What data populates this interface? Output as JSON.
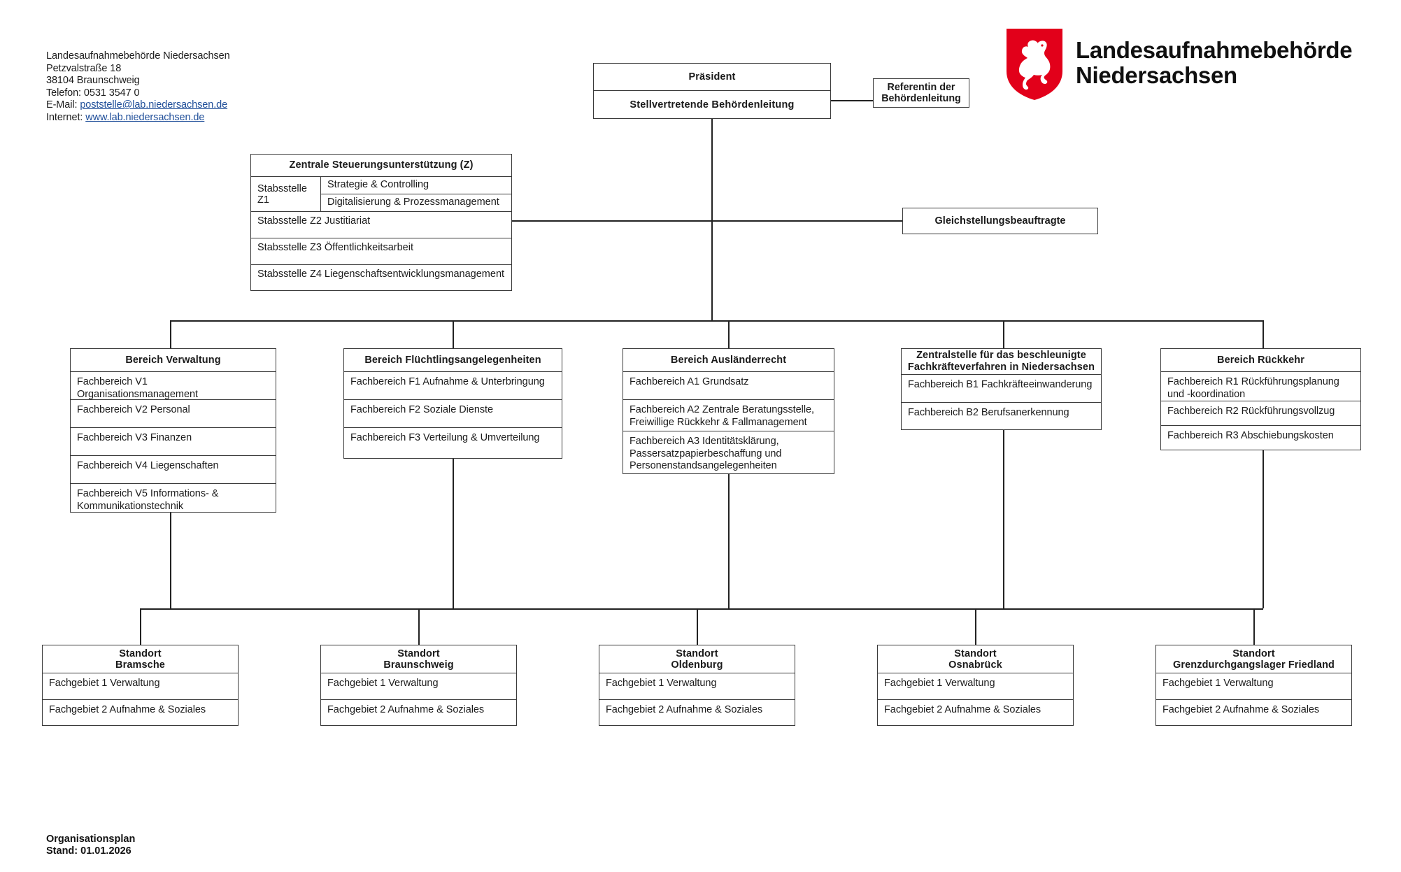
{
  "document": {
    "title": "Organisationsplan",
    "footer_title": "Organisationsplan",
    "footer_status": "Stand: 01.01.2026"
  },
  "contact": {
    "org": "Landesaufnahmebehörde Niedersachsen",
    "street": "Petzvalstraße 18",
    "city": "38104 Braunschweig",
    "phone": "Telefon: 0531 3547 0",
    "email_label": "E-Mail: ",
    "email": "poststelle@lab.niedersachsen.de",
    "internet_label": "Internet: ",
    "internet": "www.lab.niedersachsen.de"
  },
  "logo": {
    "line1": "Landesaufnahmebehörde",
    "line2": "Niedersachsen",
    "shield_color": "#E2001A",
    "horse_color": "#FFFFFF"
  },
  "leadership": {
    "president": "Präsident",
    "deputy": "Stellvertretende Behördenleitung",
    "referent_line1": "Referentin der",
    "referent_line2": "Behördenleitung",
    "equality_officer": "Gleichstellungsbeauftragte"
  },
  "central_unit": {
    "title": "Zentrale Steuerungsunterstützung  (Z)",
    "z1_label": "Stabsstelle Z1",
    "z1_items": [
      "Strategie & Controlling",
      "Digitalisierung & Prozessmanagement"
    ],
    "rows": [
      "Stabsstelle Z2 Justitiariat",
      "Stabsstelle Z3 Öffentlichkeitsarbeit",
      "Stabsstelle Z4 Liegenschaftsentwicklungsmanagement"
    ]
  },
  "departments": [
    {
      "title": "Bereich Verwaltung",
      "items": [
        "Fachbereich V1 Organisationsmanagement",
        "Fachbereich V2 Personal",
        "Fachbereich V3 Finanzen",
        "Fachbereich V4 Liegenschaften",
        "Fachbereich V5 Informations-  & Kommunikationstechnik"
      ]
    },
    {
      "title": "Bereich Flüchtlingsangelegenheiten",
      "items": [
        "Fachbereich F1 Aufnahme & Unterbringung",
        "Fachbereich F2 Soziale Dienste",
        "Fachbereich F3 Verteilung & Umverteilung"
      ]
    },
    {
      "title": "Bereich Ausländerrecht",
      "items": [
        "Fachbereich A1 Grundsatz",
        "Fachbereich A2 Zentrale Beratungsstelle, Freiwillige Rückkehr & Fallmanagement",
        "Fachbereich A3 Identitätsklärung, Passersatzpapierbeschaffung  und Personenstandsangelegenheiten"
      ]
    },
    {
      "title": "Zentralstelle für das beschleunigte Fachkräfteverfahren  in Niedersachsen",
      "items": [
        "Fachbereich B1 Fachkräfteeinwanderung",
        "Fachbereich B2 Berufsanerkennung"
      ]
    },
    {
      "title": "Bereich Rückkehr",
      "items": [
        "Fachbereich R1 Rückführungsplanung  und -koordination",
        "Fachbereich R2 Rückführungsvollzug",
        "Fachbereich R3 Abschiebungskosten"
      ]
    }
  ],
  "locations": [
    {
      "prefix": "Standort",
      "name": "Bramsche",
      "items": [
        "Fachgebiet 1 Verwaltung",
        "Fachgebiet 2 Aufnahme & Soziales"
      ]
    },
    {
      "prefix": "Standort",
      "name": "Braunschweig",
      "items": [
        "Fachgebiet 1 Verwaltung",
        "Fachgebiet 2 Aufnahme & Soziales"
      ]
    },
    {
      "prefix": "Standort",
      "name": "Oldenburg",
      "items": [
        "Fachgebiet 1 Verwaltung",
        "Fachgebiet 2 Aufnahme & Soziales"
      ]
    },
    {
      "prefix": "Standort",
      "name": "Osnabrück",
      "items": [
        "Fachgebiet 1 Verwaltung",
        "Fachgebiet 2 Aufnahme & Soziales"
      ]
    },
    {
      "prefix": "Standort",
      "name": "Grenzdurchgangslager  Friedland",
      "items": [
        "Fachgebiet 1 Verwaltung",
        "Fachgebiet 2 Aufnahme & Soziales"
      ]
    }
  ]
}
